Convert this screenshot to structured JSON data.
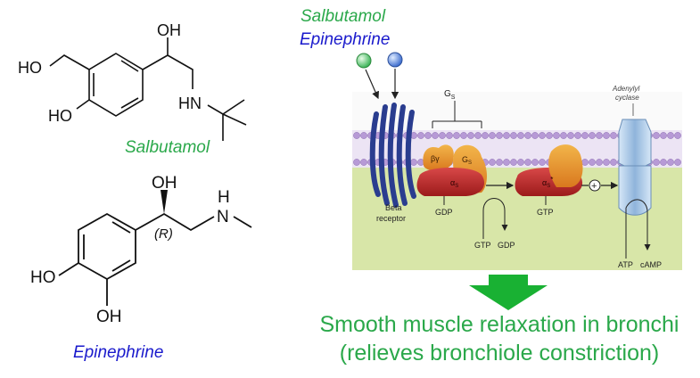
{
  "salbutamol": {
    "name": "Salbutamol",
    "atoms": {
      "oh_top": "OH",
      "ho_left": "HO",
      "ho_bottom": "HO",
      "hn": "HN"
    }
  },
  "epinephrine": {
    "name": "Epinephrine",
    "atoms": {
      "oh_top": "OH",
      "h": "H",
      "n": "N",
      "stereo": "(R)",
      "ho_left": "HO",
      "oh_bottom": "OH"
    }
  },
  "pathway": {
    "ligand1": "Salbutamol",
    "ligand2": "Epinephrine",
    "gs": "G",
    "gs_sub": "S",
    "beta_gamma": "βγ",
    "gs_small": "G",
    "gs_small_sub": "S",
    "alpha_s": "α",
    "alpha_s_sub": "S",
    "alpha_s_star": "α",
    "alpha_s_star_sub": "S",
    "alpha_s_star_mark": "*",
    "plus": "+",
    "adenylyl": "Adenylyl",
    "cyclase": "cyclase",
    "beta": "Beta",
    "receptor": "receptor",
    "gdp1": "GDP",
    "gtp1": "GTP",
    "gtp2": "GTP",
    "gdp2": "GDP",
    "atp": "ATP",
    "camp": "cAMP"
  },
  "outcome": {
    "line1": "Smooth muscle relaxation in bronchi",
    "line2": "(relieves bronchiole constriction)"
  },
  "colors": {
    "green": "#2aa84a",
    "blue": "#1a1acc",
    "membrane": "#b79ad6",
    "cytoplasm": "#d8e6a8",
    "receptor": "#2a3d8f",
    "protein_orange": "#e8922a",
    "protein_red": "#c42a2a",
    "cyclase": "#a9c8e8",
    "arrow": "#19b133"
  }
}
